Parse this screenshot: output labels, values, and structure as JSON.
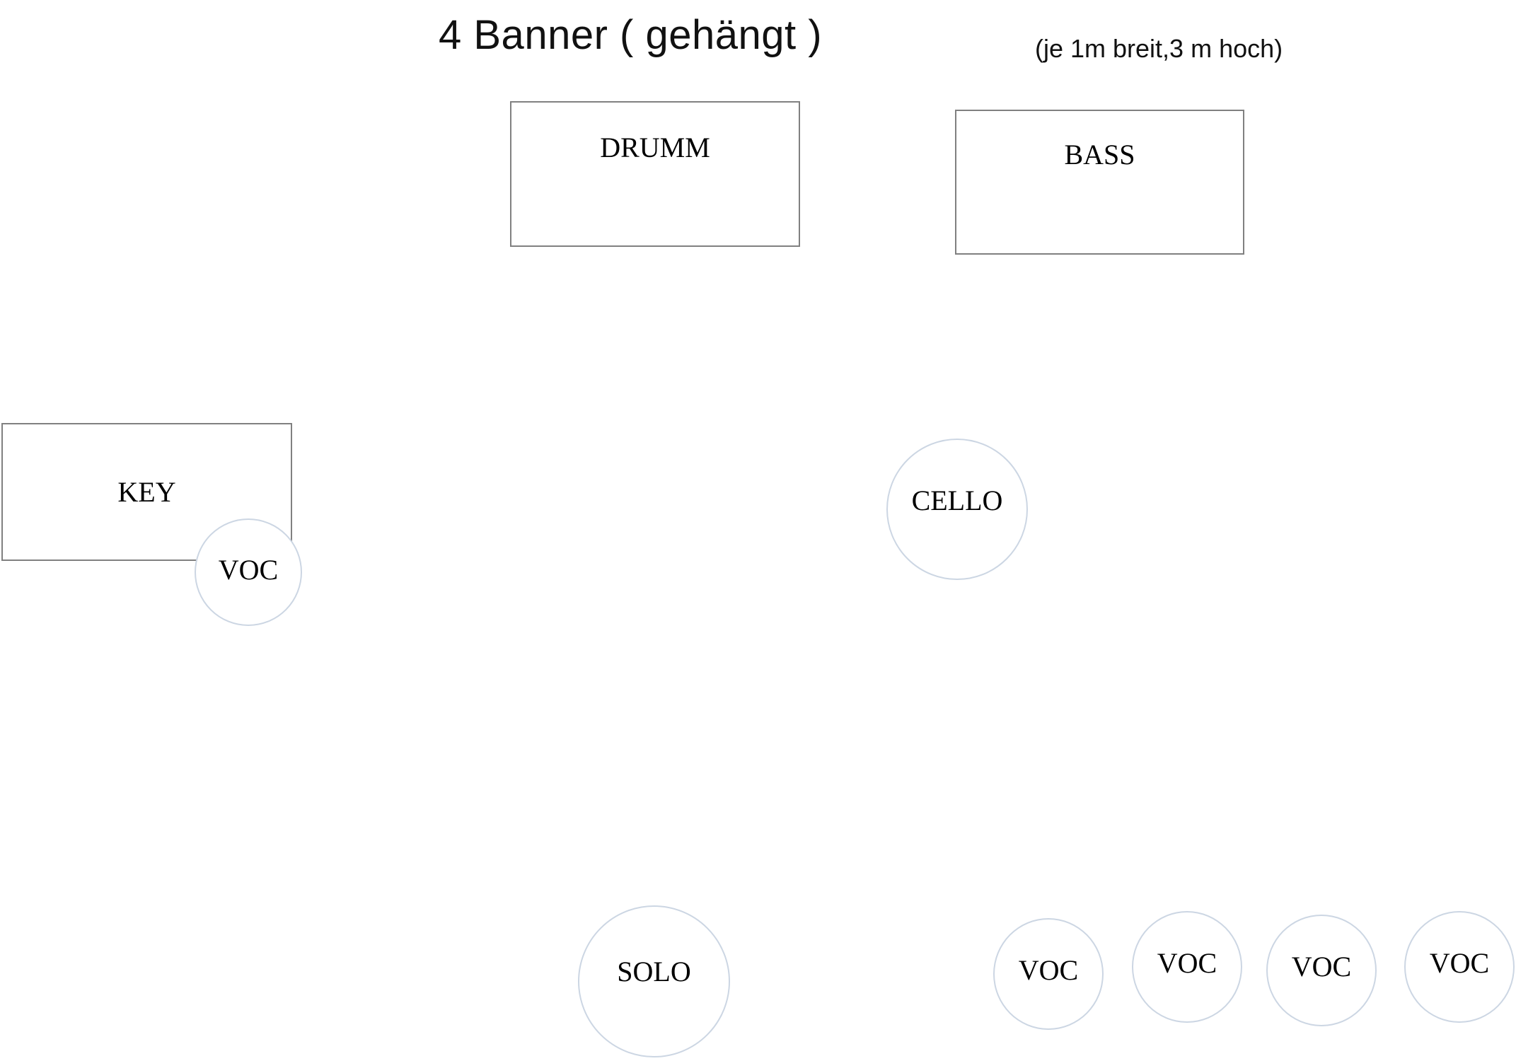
{
  "heading": {
    "title": "4 Banner ( gehängt )",
    "subtitle": "(je 1m breit,3 m hoch)"
  },
  "colors": {
    "background": "#ffffff",
    "box_border": "#808080",
    "circle_border": "#ccd6e3",
    "text": "#000000"
  },
  "banners": [
    {
      "id": "drumm",
      "label": "DRUMM"
    },
    {
      "id": "bass",
      "label": "BASS"
    },
    {
      "id": "key",
      "label": "KEY"
    }
  ],
  "performers": [
    {
      "id": "voc-key",
      "label": "VOC"
    },
    {
      "id": "cello",
      "label": "CELLO"
    },
    {
      "id": "solo",
      "label": "SOLO"
    },
    {
      "id": "voc-1",
      "label": "VOC"
    },
    {
      "id": "voc-2",
      "label": "VOC"
    },
    {
      "id": "voc-3",
      "label": "VOC"
    },
    {
      "id": "voc-4",
      "label": "VOC"
    }
  ]
}
